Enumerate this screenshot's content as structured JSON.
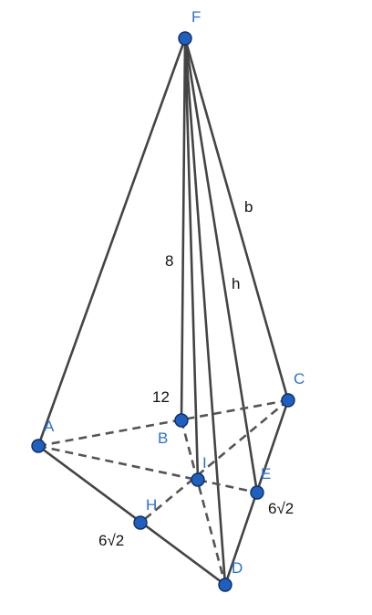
{
  "points": {
    "F": {
      "label": "F"
    },
    "A": {
      "label": "A"
    },
    "B": {
      "label": "B"
    },
    "C": {
      "label": "C"
    },
    "D": {
      "label": "D"
    },
    "E": {
      "label": "E"
    },
    "H": {
      "label": "H"
    },
    "I": {
      "label": "I"
    }
  },
  "measures": {
    "fb": "8",
    "fe": "h",
    "fc": "b",
    "ab": "12",
    "ah": "6√2",
    "ed": "6√2"
  },
  "colors": {
    "point_fill": "#1f5fbf",
    "point_label": "#2a6fd6",
    "edge": "#444444",
    "measure_label": "#111111"
  }
}
